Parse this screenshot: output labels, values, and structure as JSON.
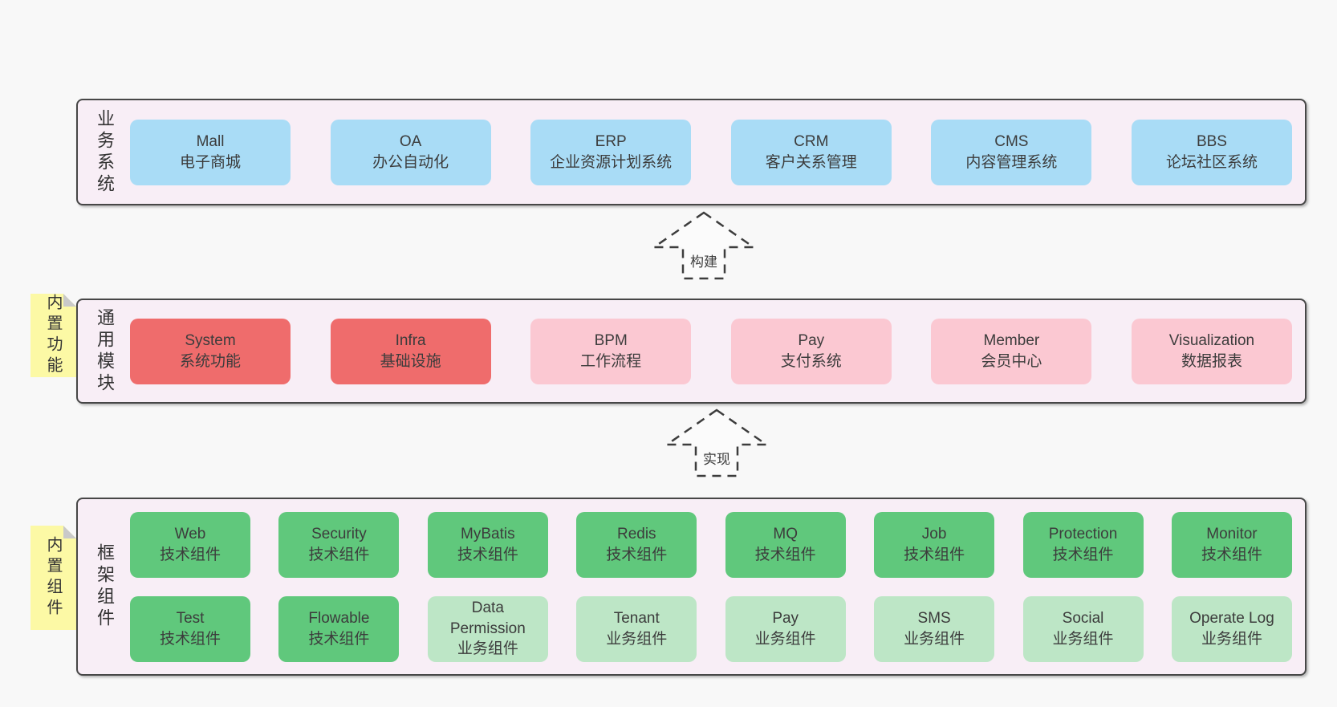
{
  "colors": {
    "page_background": "#f8f8f8",
    "panel_background": "#f8eef6",
    "panel_border": "#474747",
    "blue_box": "#a9dcf6",
    "red_box": "#ef6c6c",
    "pink_box": "#fbc8d2",
    "green_box": "#60c87c",
    "light_green_box": "#bde6c6",
    "sticky_note": "#fcf9a5",
    "note_fold": "#c9c9c9",
    "text": "#3c3c3c"
  },
  "arrows": {
    "build": "构建",
    "implement": "实现"
  },
  "layers": {
    "business": {
      "label": "业务系统",
      "boxes": [
        {
          "name": "Mall",
          "desc": "电子商城"
        },
        {
          "name": "OA",
          "desc": "办公自动化"
        },
        {
          "name": "ERP",
          "desc": "企业资源计划系统"
        },
        {
          "name": "CRM",
          "desc": "客户关系管理"
        },
        {
          "name": "CMS",
          "desc": "内容管理系统"
        },
        {
          "name": "BBS",
          "desc": "论坛社区系统"
        }
      ]
    },
    "modules": {
      "label": "通用模块",
      "note": "内置功能",
      "boxes": [
        {
          "name": "System",
          "desc": "系统功能",
          "variant": "red"
        },
        {
          "name": "Infra",
          "desc": "基础设施",
          "variant": "red"
        },
        {
          "name": "BPM",
          "desc": "工作流程",
          "variant": "pink"
        },
        {
          "name": "Pay",
          "desc": "支付系统",
          "variant": "pink"
        },
        {
          "name": "Member",
          "desc": "会员中心",
          "variant": "pink"
        },
        {
          "name": "Visualization",
          "desc": "数据报表",
          "variant": "pink"
        }
      ]
    },
    "components": {
      "label": "框架组件",
      "note": "内置组件",
      "row1": [
        {
          "name": "Web",
          "desc": "技术组件",
          "variant": "green"
        },
        {
          "name": "Security",
          "desc": "技术组件",
          "variant": "green"
        },
        {
          "name": "MyBatis",
          "desc": "技术组件",
          "variant": "green"
        },
        {
          "name": "Redis",
          "desc": "技术组件",
          "variant": "green"
        },
        {
          "name": "MQ",
          "desc": "技术组件",
          "variant": "green"
        },
        {
          "name": "Job",
          "desc": "技术组件",
          "variant": "green"
        },
        {
          "name": "Protection",
          "desc": "技术组件",
          "variant": "green"
        },
        {
          "name": "Monitor",
          "desc": "技术组件",
          "variant": "green"
        }
      ],
      "row2": [
        {
          "name": "Test",
          "desc": "技术组件",
          "variant": "green"
        },
        {
          "name": "Flowable",
          "desc": "技术组件",
          "variant": "green"
        },
        {
          "name": "Data Permission",
          "desc": "业务组件",
          "variant": "lightgreen"
        },
        {
          "name": "Tenant",
          "desc": "业务组件",
          "variant": "lightgreen"
        },
        {
          "name": "Pay",
          "desc": "业务组件",
          "variant": "lightgreen"
        },
        {
          "name": "SMS",
          "desc": "业务组件",
          "variant": "lightgreen"
        },
        {
          "name": "Social",
          "desc": "业务组件",
          "variant": "lightgreen"
        },
        {
          "name": "Operate Log",
          "desc": "业务组件",
          "variant": "lightgreen"
        }
      ]
    }
  }
}
